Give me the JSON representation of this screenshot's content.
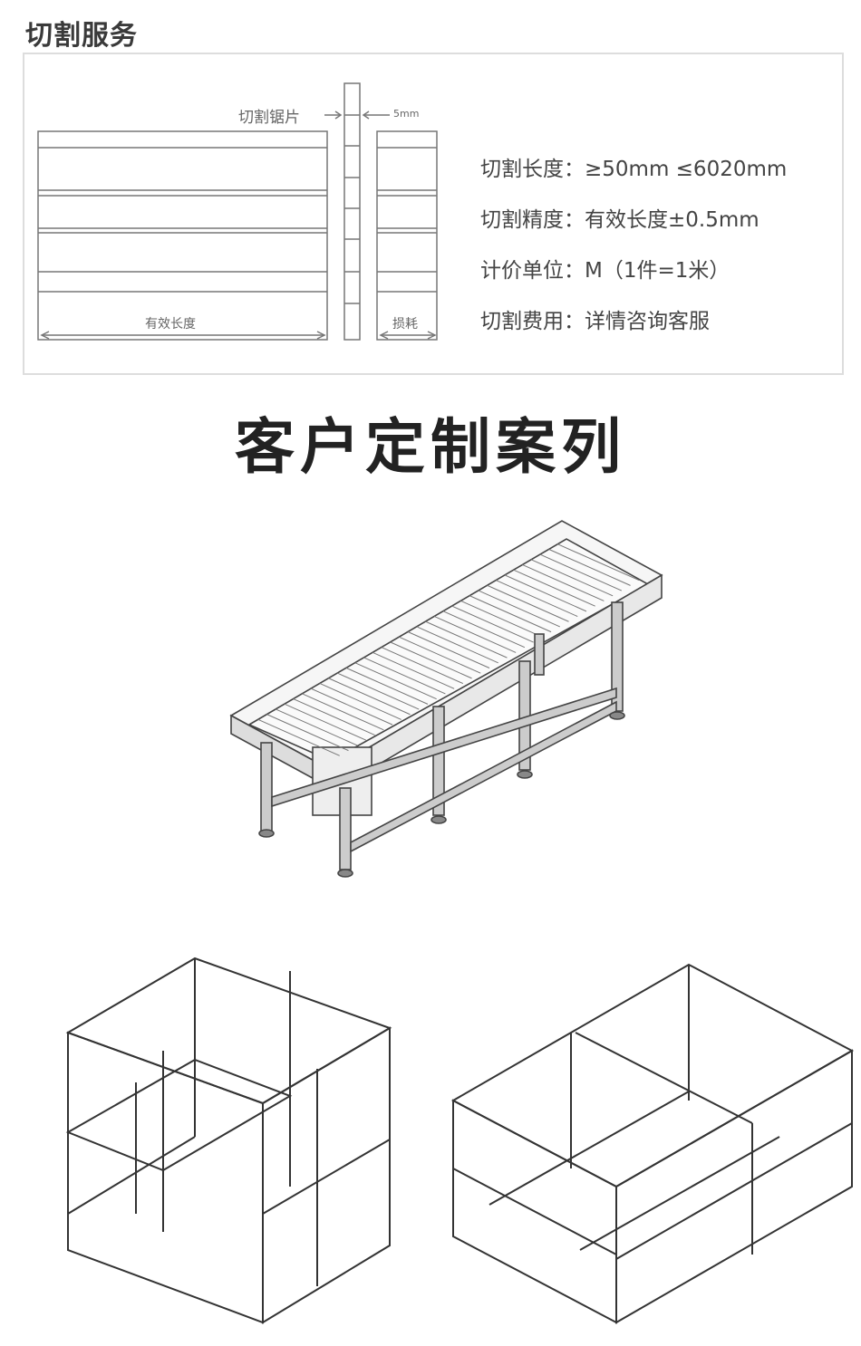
{
  "section_title": "切割服务",
  "diagram": {
    "blade_label": "切割锯片",
    "kerf_label": "5mm",
    "effective_length_label": "有效长度",
    "loss_label": "损耗"
  },
  "specs": [
    {
      "label": "切割长度",
      "value": "≥50mm ≤6020mm"
    },
    {
      "label": "切割精度",
      "value": "有效长度±0.5mm"
    },
    {
      "label": "计价单位",
      "value": "M（1件=1米）"
    },
    {
      "label": "切割费用",
      "value": "详情咨询客服"
    }
  ],
  "cases_title": "客户定制案列"
}
